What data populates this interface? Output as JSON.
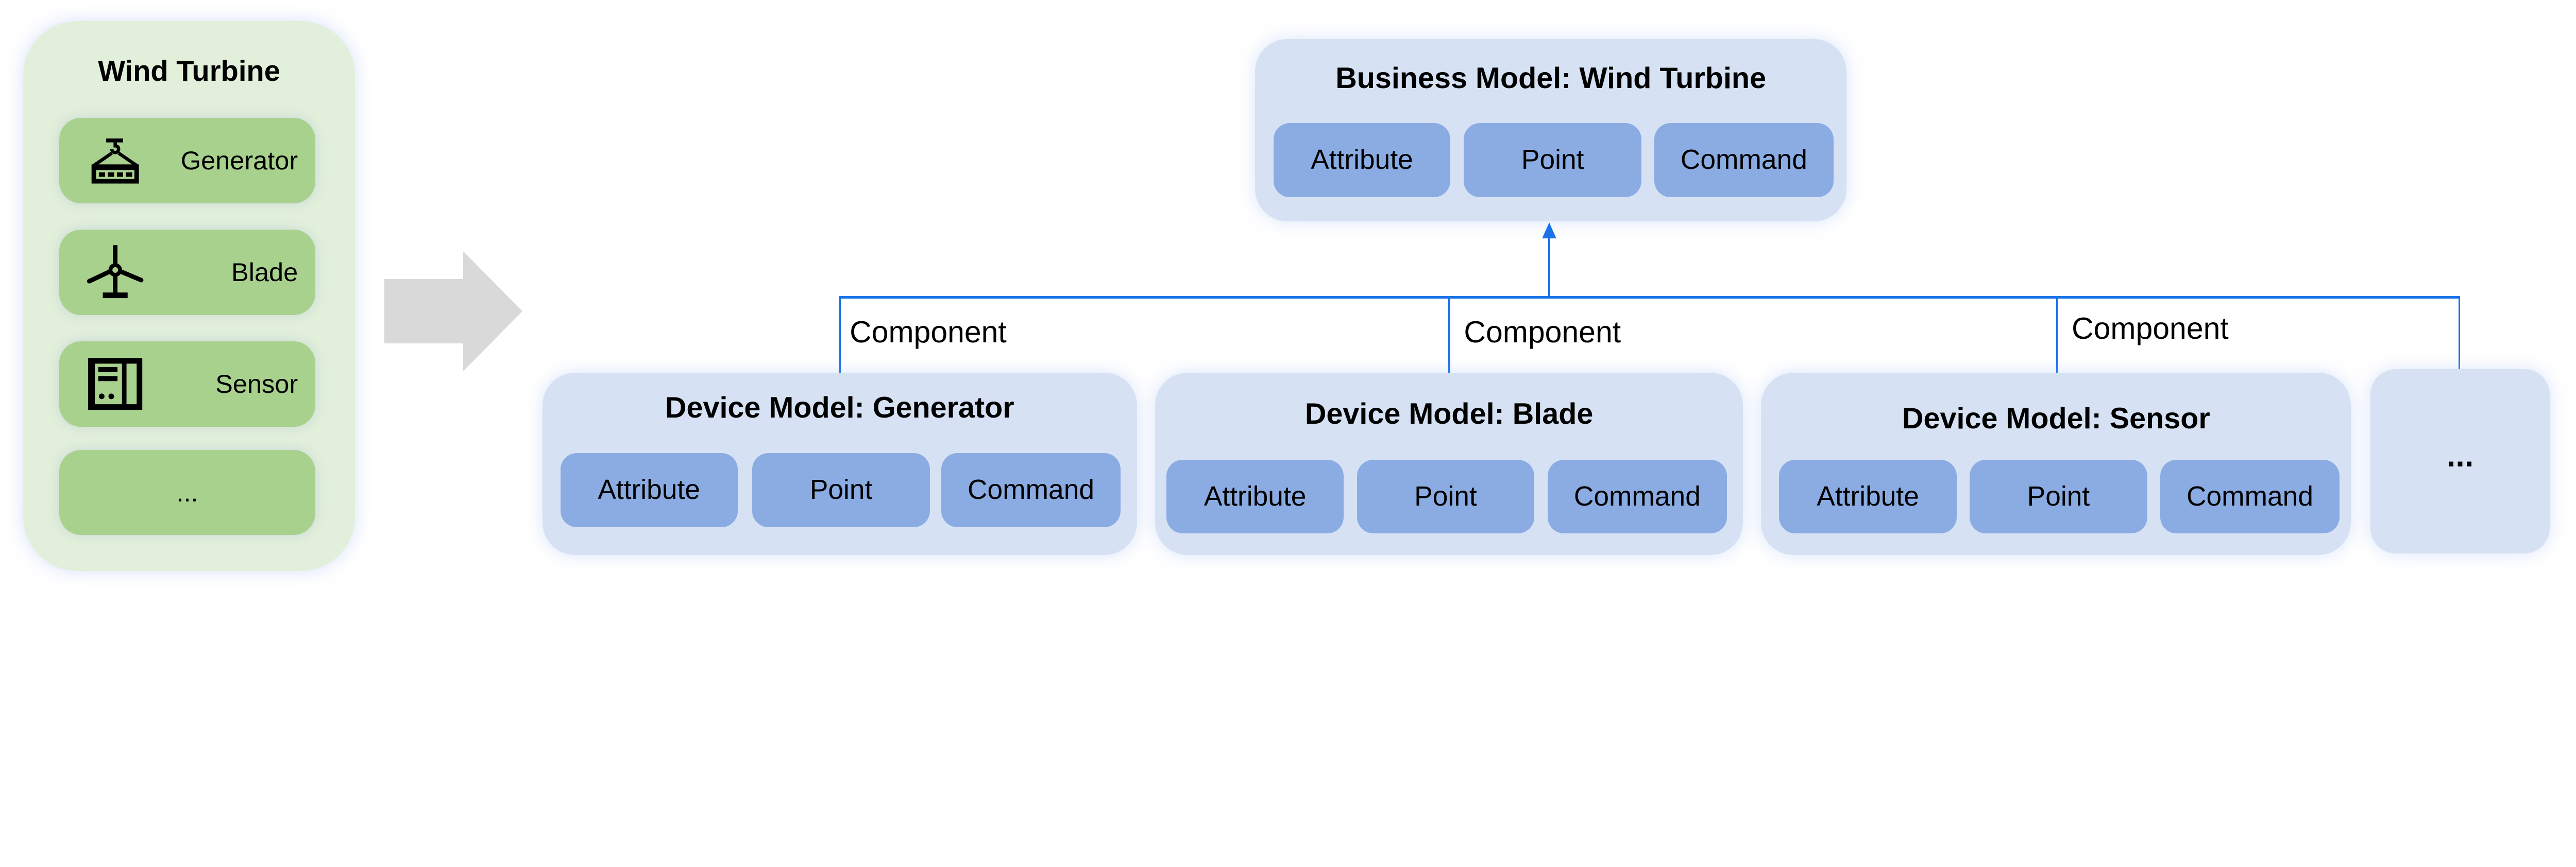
{
  "colors": {
    "green_panel": "#e2efdb",
    "green_item": "#a9d18e",
    "model_box": "#d6e2f4",
    "sub_box": "#8aace3",
    "connector": "#1a73e8",
    "arrow": "#d9d9d9"
  },
  "wind_turbine": {
    "title": "Wind Turbine",
    "items": [
      {
        "label": "Generator",
        "icon": "generator-icon"
      },
      {
        "label": "Blade",
        "icon": "wind-turbine-blade-icon"
      },
      {
        "label": "Sensor",
        "icon": "sensor-panel-icon"
      },
      {
        "label": "..."
      }
    ]
  },
  "business_model": {
    "title": "Business Model: Wind Turbine",
    "parts": [
      "Attribute",
      "Point",
      "Command"
    ]
  },
  "connector_label": "Component",
  "connectors": [
    "Component",
    "Component",
    "Component"
  ],
  "device_models": [
    {
      "title": "Device Model: Generator",
      "parts": [
        "Attribute",
        "Point",
        "Command"
      ]
    },
    {
      "title": "Device Model: Blade",
      "parts": [
        "Attribute",
        "Point",
        "Command"
      ]
    },
    {
      "title": "Device Model: Sensor",
      "parts": [
        "Attribute",
        "Point",
        "Command"
      ]
    }
  ],
  "more_label": "..."
}
